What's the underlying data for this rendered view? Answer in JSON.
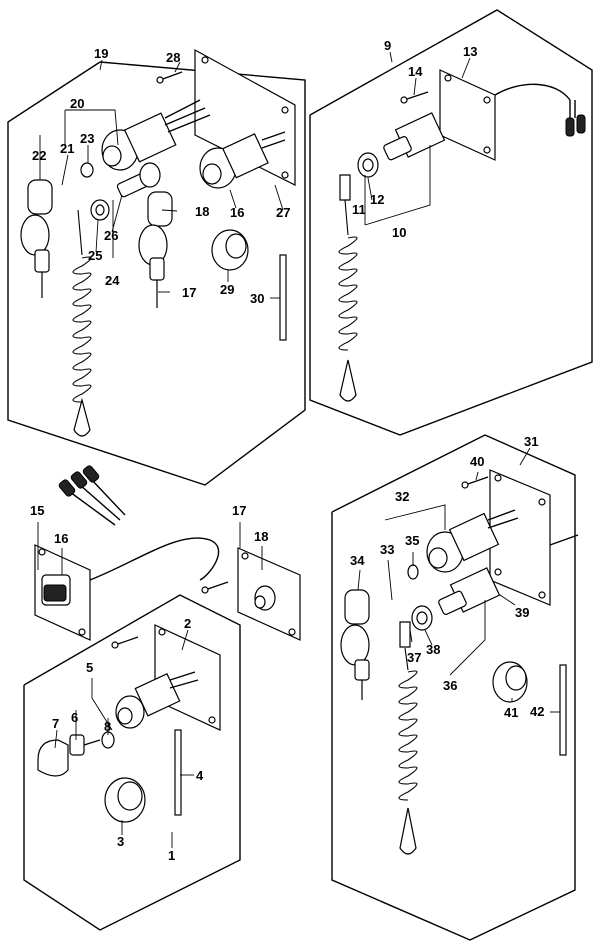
{
  "diagram": {
    "groups": [
      {
        "id": "group-19",
        "label": "19"
      },
      {
        "id": "group-9",
        "label": "9"
      },
      {
        "id": "group-31",
        "label": "31"
      },
      {
        "id": "group-1",
        "label": "1"
      }
    ],
    "callouts": {
      "c1": "1",
      "c2": "2",
      "c3": "3",
      "c4": "4",
      "c5": "5",
      "c6": "6",
      "c7": "7",
      "c8": "8",
      "c9": "9",
      "c10": "10",
      "c11": "11",
      "c12": "12",
      "c13": "13",
      "c14": "14",
      "c15": "15",
      "c16a": "16",
      "c16b": "16",
      "c17a": "17",
      "c17b": "17",
      "c18a": "18",
      "c18b": "18",
      "c19": "19",
      "c20": "20",
      "c21": "21",
      "c22": "22",
      "c23": "23",
      "c24": "24",
      "c25": "25",
      "c26": "26",
      "c27": "27",
      "c28": "28",
      "c29": "29",
      "c30": "30",
      "c31": "31",
      "c32": "32",
      "c33": "33",
      "c34": "34",
      "c35": "35",
      "c36": "36",
      "c37": "37",
      "c38": "38",
      "c39": "39",
      "c40": "40",
      "c41": "41",
      "c42": "42"
    }
  }
}
